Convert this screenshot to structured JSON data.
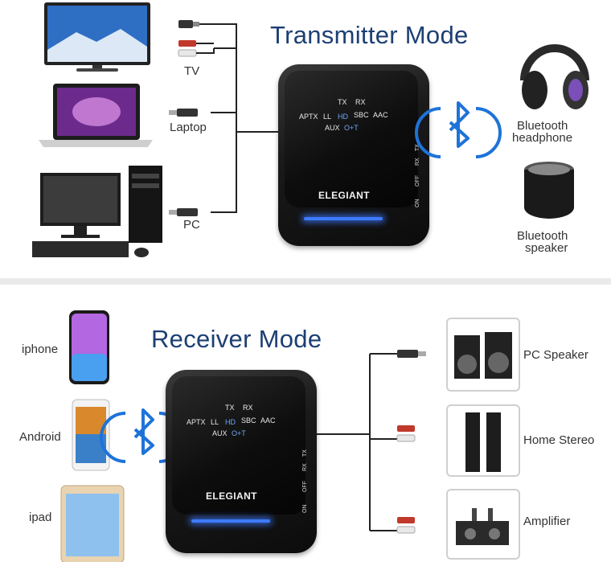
{
  "transmitter": {
    "title": "Transmitter Mode",
    "sources": {
      "tv": "TV",
      "laptop": "Laptop",
      "pc": "PC"
    },
    "outputs": {
      "headphone_l1": "Bluetooth",
      "headphone_l2": "headphone",
      "speaker_l1": "Bluetooth",
      "speaker_l2": "speaker"
    }
  },
  "receiver": {
    "title": "Receiver Mode",
    "sources": {
      "iphone": "iphone",
      "android": "Android",
      "ipad": "ipad"
    },
    "outputs": {
      "pc_speaker": "PC Speaker",
      "home_stereo": "Home Stereo",
      "amplifier": "Amplifier"
    }
  },
  "device": {
    "brand": "ELEGIANT",
    "panel": {
      "aptx": "APTX",
      "ll": "LL",
      "hd": "HD",
      "sbc": "SBC",
      "aac": "AAC",
      "tx": "TX",
      "rx": "RX",
      "aux": "AUX",
      "opt": "O+T"
    },
    "switch_labels": {
      "tx": "TX",
      "rx": "RX",
      "on": "ON",
      "off": "OFF"
    }
  },
  "colors": {
    "title": "#1c3f73",
    "bluetooth": "#1e73d8",
    "glow": "#3d7bff"
  }
}
